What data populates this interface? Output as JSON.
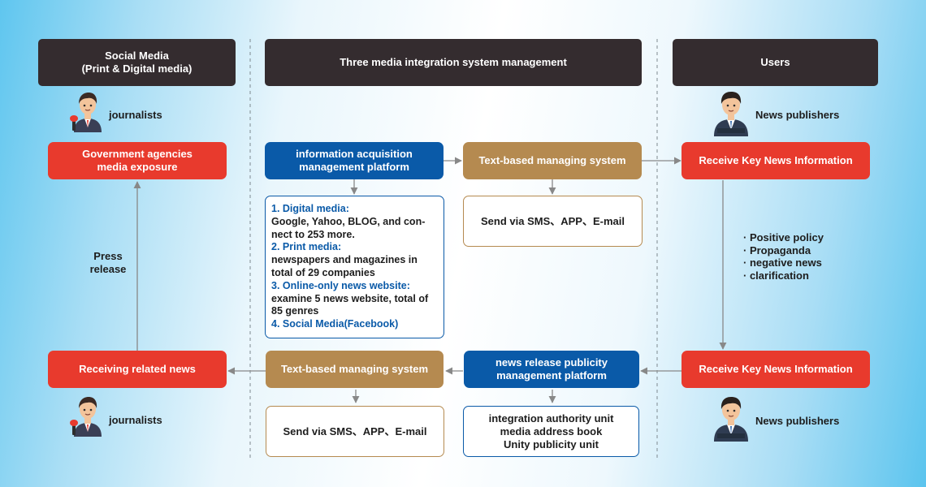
{
  "columns": {
    "social_media": {
      "line1": "Social Media",
      "line2": "(Print & Digital media)"
    },
    "system": "Three media integration system management",
    "users": "Users"
  },
  "labels": {
    "journalists_top": "journalists",
    "journalists_bottom": "journalists",
    "publishers_top": "News publishers",
    "publishers_bottom": "News publishers",
    "press_release": {
      "line1": "Press",
      "line2": "release"
    }
  },
  "boxes": {
    "gov": {
      "line1": "Government agencies",
      "line2": "media exposure"
    },
    "acq": {
      "line1": "information acquisition",
      "line2": "management platform"
    },
    "text_top": "Text-based managing system",
    "receive_top": "Receive Key News Information",
    "send_top": "Send via SMS、APP、E-mail",
    "receiving": "Receiving related news",
    "text_bottom": "Text-based managing system",
    "release": {
      "line1": "news release publicity",
      "line2": "management platform"
    },
    "receive_bottom": "Receive Key News Information",
    "send_bottom": "Send via SMS、APP、E-mail",
    "authority": {
      "line1": "integration authority unit",
      "line2": "media address book",
      "line3": "Unity publicity unit"
    }
  },
  "info_list": [
    {
      "title": "1. Digital media:",
      "body": "Google, Yahoo, BLOG, and con-nect to 253 more."
    },
    {
      "title": "2. Print media:",
      "body": "newspapers and magazines in total of 29 companies"
    },
    {
      "title": "3. Online-only news website:",
      "body": "examine 5 news website, total of 85 genres"
    },
    {
      "title": "4. Social Media(Facebook)",
      "body": ""
    }
  ],
  "bullets": [
    "· Positive policy",
    "· Propaganda",
    "· negative news",
    "· clarification"
  ],
  "icons": {
    "journalist": "journalist-person-icon",
    "publisher": "businessman-person-icon"
  },
  "colors": {
    "header": "#342c2f",
    "red": "#e83a2d",
    "blue": "#0a5aa8",
    "gold": "#b58a50",
    "arrow": "#888888"
  }
}
